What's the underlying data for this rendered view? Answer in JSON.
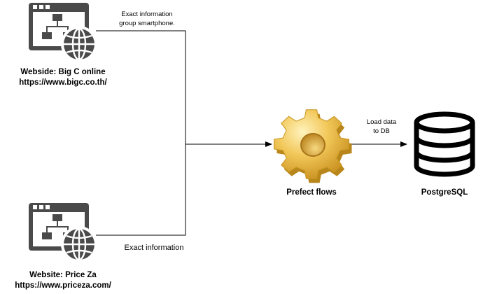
{
  "nodes": {
    "bigc": {
      "title": "Webside: Big C online",
      "url": "https://www.bigc.co.th/",
      "icon": "website-sitemap-globe-icon"
    },
    "priceza": {
      "title": "Website: Price Za",
      "url": "https://www.priceza.com/",
      "icon": "website-sitemap-globe-icon"
    },
    "prefect": {
      "title": "Prefect flows",
      "icon": "gear-icon"
    },
    "postgres": {
      "title": "PostgreSQL",
      "icon": "database-icon"
    }
  },
  "edges": {
    "bigc_label_line1": "Exact information",
    "bigc_label_line2": "group smartphone.",
    "priceza_label": "Exact information",
    "load_label_line1": "Load data",
    "load_label_line2": "to DB"
  },
  "colors": {
    "icon_dark": "#4a4a4a",
    "line": "#000000",
    "gear_light": "#f5d77a",
    "gear_mid": "#e8b23a",
    "gear_dark": "#b8861a"
  }
}
